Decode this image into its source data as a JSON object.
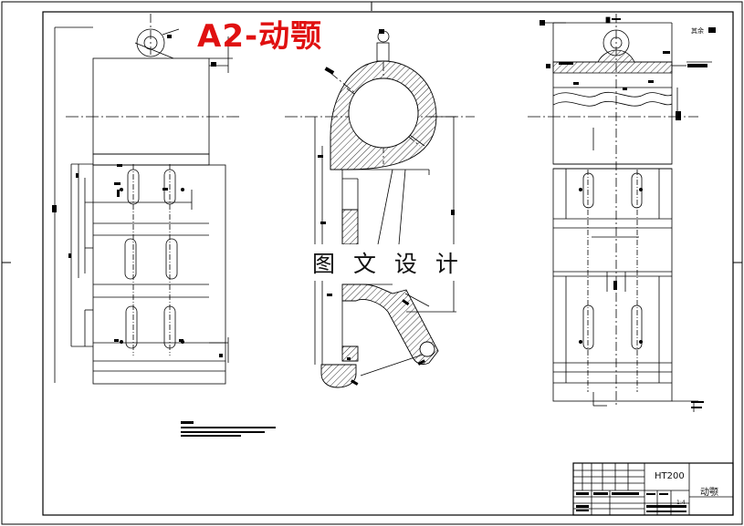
{
  "title": "A2-动颚",
  "watermark": "图 文 设 计",
  "title_block": {
    "material": "HT200",
    "part_name": "动颚",
    "scale": "1:4"
  },
  "roughness_note": "其余",
  "colors": {
    "line": "#000000",
    "section_hatch": "#000000",
    "title_text": "#e01010"
  }
}
